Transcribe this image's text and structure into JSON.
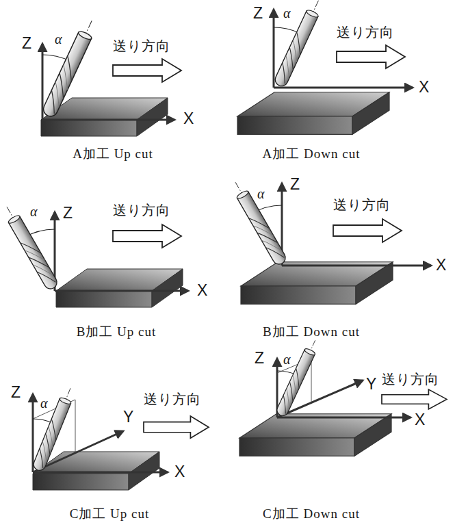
{
  "diagram": {
    "labels": [
      "Z",
      "α",
      "送り方向",
      "X",
      "A加工 Up cut",
      "Z",
      "α",
      "送り方向",
      "X",
      "A加工 Down cut",
      "α",
      "Z",
      "送り方向",
      "X",
      "B加工 Up cut",
      "α",
      "Z",
      "送り方向",
      "X",
      "B加工 Down cut",
      "Z",
      "α",
      "Y",
      "送り方向",
      "X",
      "C加工 Up cut",
      "Z",
      "α",
      "Y",
      "送り方向",
      "X",
      "C加工 Down cut"
    ]
  }
}
